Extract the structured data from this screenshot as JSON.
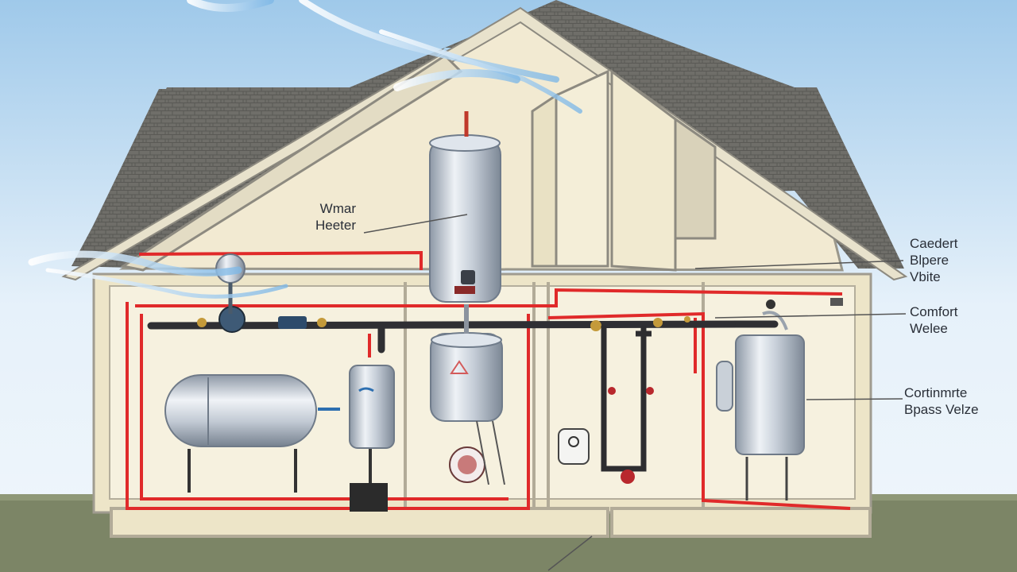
{
  "diagram": {
    "labels": {
      "water_heater": "Wmar\nHeeter",
      "upper_right": "Caedert\nBlpere\nVbite",
      "comfort_valve": "Comfort\nWelee",
      "bypass_valve": "Cortinmrte\nBpass Velze"
    }
  }
}
